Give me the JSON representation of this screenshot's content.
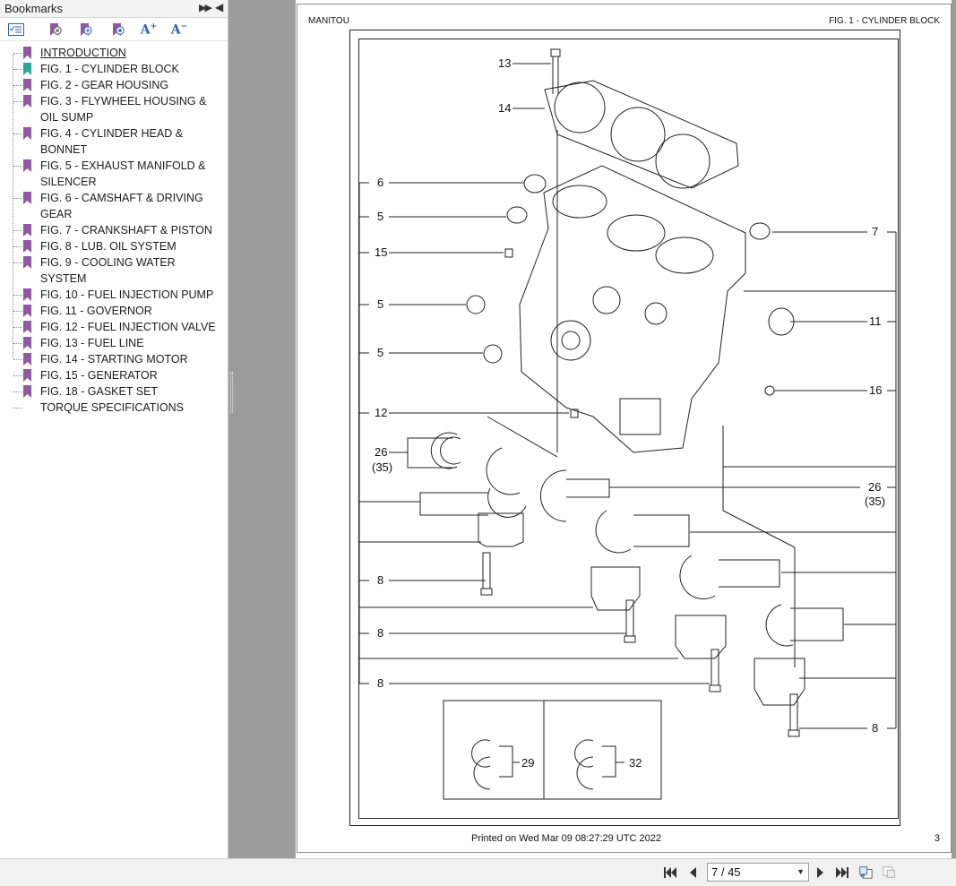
{
  "sidebar": {
    "title": "Bookmarks",
    "toolbar": {
      "font_increase": "A+",
      "font_decrease": "A−"
    },
    "items": [
      {
        "label": "INTRODUCTION",
        "flag_color": "#8f5aa0"
      },
      {
        "label": "FIG. 1 - CYLINDER BLOCK",
        "flag_color": "#2aa59a"
      },
      {
        "label": "FIG. 2 - GEAR HOUSING",
        "flag_color": "#8f5aa0"
      },
      {
        "label": "FIG. 3 - FLYWHEEL HOUSING & OIL SUMP",
        "flag_color": "#8f5aa0"
      },
      {
        "label": "FIG. 4 - CYLINDER HEAD & BONNET",
        "flag_color": "#8f5aa0"
      },
      {
        "label": "FIG. 5 - EXHAUST MANIFOLD & SILENCER",
        "flag_color": "#8f5aa0"
      },
      {
        "label": "FIG. 6 - CAMSHAFT & DRIVING GEAR",
        "flag_color": "#8f5aa0"
      },
      {
        "label": "FIG. 7 - CRANKSHAFT & PISTON",
        "flag_color": "#8f5aa0"
      },
      {
        "label": "FIG. 8 - LUB. OIL SYSTEM",
        "flag_color": "#8f5aa0"
      },
      {
        "label": "FIG. 9 - COOLING WATER SYSTEM",
        "flag_color": "#8f5aa0"
      },
      {
        "label": "FIG. 10 - FUEL INJECTION PUMP",
        "flag_color": "#8f5aa0"
      },
      {
        "label": "FIG. 11 - GOVERNOR",
        "flag_color": "#8f5aa0"
      },
      {
        "label": "FIG. 12 - FUEL INJECTION VALVE",
        "flag_color": "#8f5aa0"
      },
      {
        "label": "FIG. 13 - FUEL LINE",
        "flag_color": "#8f5aa0"
      },
      {
        "label": "FIG. 14 - STARTING MOTOR",
        "flag_color": "#8f5aa0"
      },
      {
        "label": "FIG. 15 - GENERATOR",
        "flag_color": "#8f5aa0"
      },
      {
        "label": "FIG. 18 - GASKET SET",
        "flag_color": "#8f5aa0"
      },
      {
        "label": "TORQUE SPECIFICATIONS",
        "flag_color": "none"
      }
    ]
  },
  "page": {
    "header_left": "MANITOU",
    "header_right": "FIG. 1 - CYLINDER BLOCK",
    "footer_printed": "Printed on  Wed Mar 09 08:27:29 UTC 2022",
    "page_number": "3",
    "callouts": [
      "13",
      "14",
      "6",
      "5",
      "15",
      "5",
      "5",
      "12",
      "26",
      "(35)",
      "8",
      "8",
      "8",
      "7",
      "11",
      "16",
      "26",
      "(35)",
      "8",
      "29",
      "32"
    ]
  },
  "nav": {
    "page_indicator": "7 / 45"
  }
}
